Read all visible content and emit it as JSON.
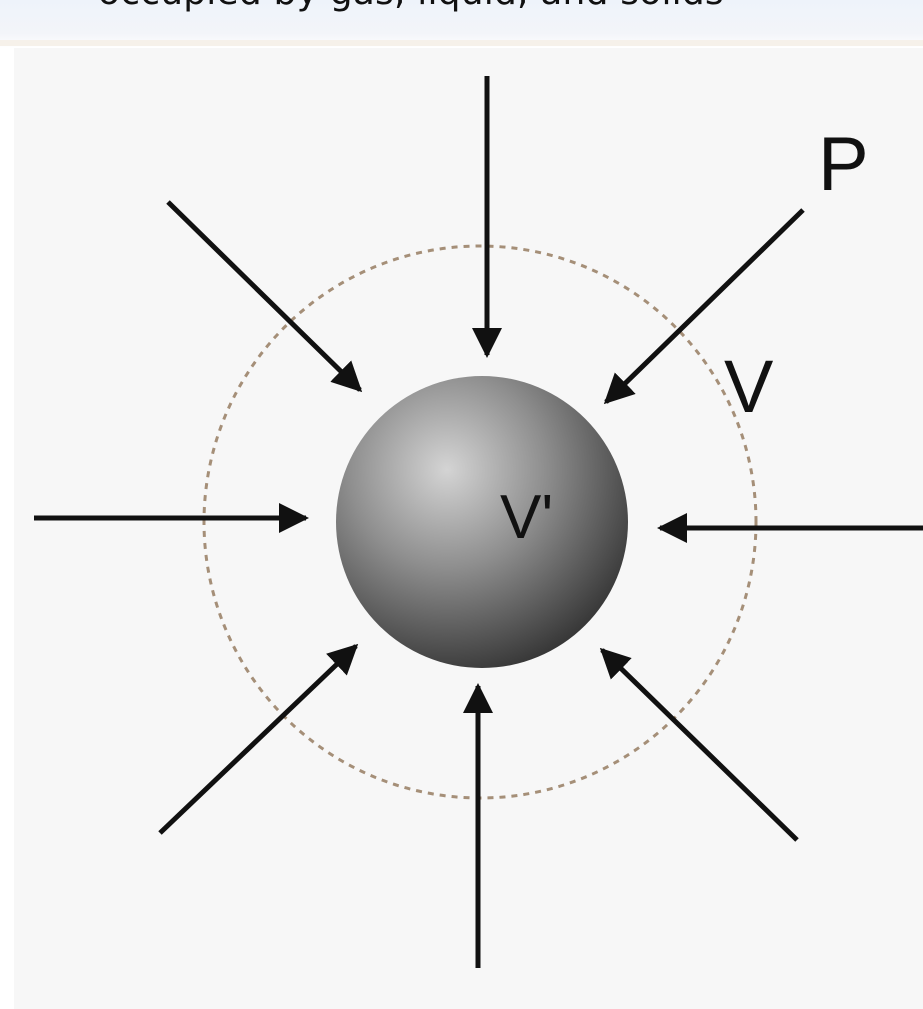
{
  "slide": {
    "caption": "occupied by gas, liquid, and solids"
  },
  "diagram": {
    "pressure_label": "P",
    "outer_volume_label": "V",
    "inner_volume_label": "V'",
    "colors": {
      "arrow": "#111111",
      "dashed_boundary": "#a58f78",
      "sphere_light": "#cfcfcf",
      "sphere_dark": "#3a3a3a",
      "panel_background": "#f7f7f7"
    }
  }
}
